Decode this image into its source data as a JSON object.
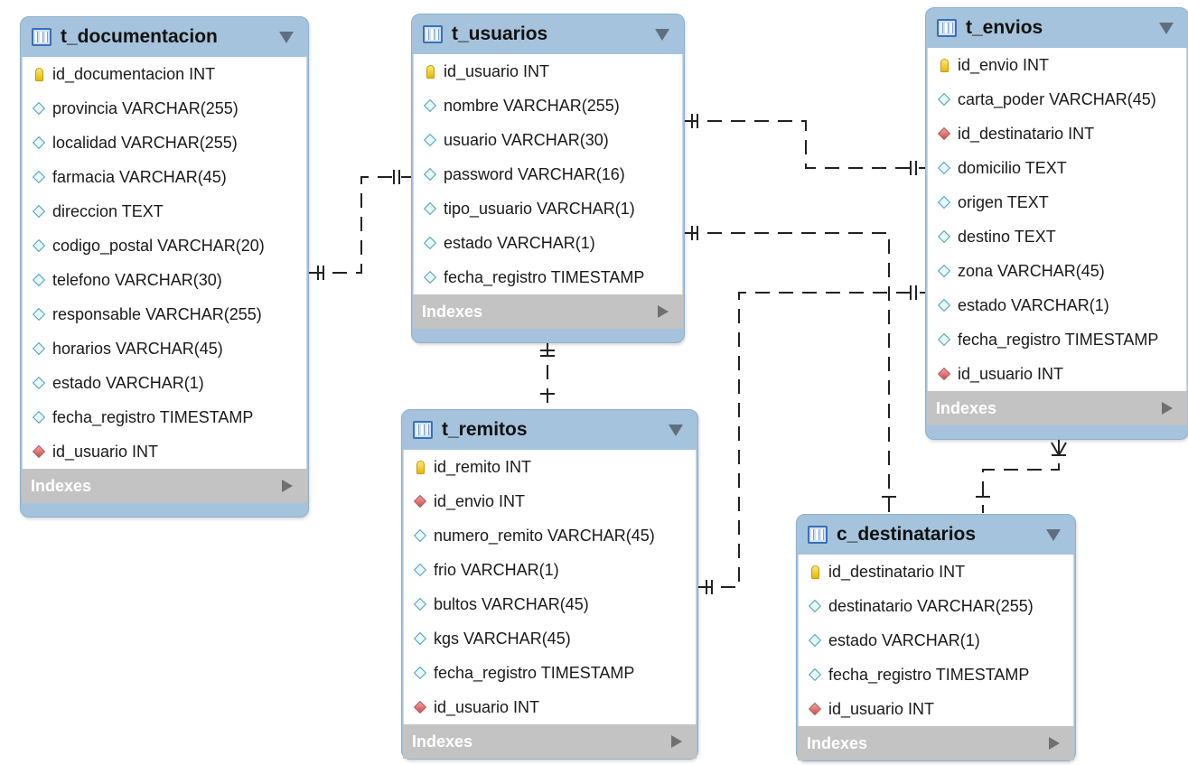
{
  "indexes_label": "Indexes",
  "tables": [
    {
      "name": "t_documentacion",
      "columns": [
        {
          "label": "id_documentacion INT",
          "kind": "key"
        },
        {
          "label": "provincia VARCHAR(255)",
          "kind": "attr"
        },
        {
          "label": "localidad VARCHAR(255)",
          "kind": "attr"
        },
        {
          "label": "farmacia VARCHAR(45)",
          "kind": "attr"
        },
        {
          "label": "direccion TEXT",
          "kind": "attr"
        },
        {
          "label": "codigo_postal VARCHAR(20)",
          "kind": "attr"
        },
        {
          "label": "telefono VARCHAR(30)",
          "kind": "attr"
        },
        {
          "label": "responsable VARCHAR(255)",
          "kind": "attr"
        },
        {
          "label": "horarios VARCHAR(45)",
          "kind": "attr"
        },
        {
          "label": "estado VARCHAR(1)",
          "kind": "attr"
        },
        {
          "label": "fecha_registro TIMESTAMP",
          "kind": "attr"
        },
        {
          "label": "id_usuario INT",
          "kind": "fk"
        }
      ]
    },
    {
      "name": "t_usuarios",
      "columns": [
        {
          "label": "id_usuario INT",
          "kind": "key"
        },
        {
          "label": "nombre VARCHAR(255)",
          "kind": "attr"
        },
        {
          "label": "usuario VARCHAR(30)",
          "kind": "attr"
        },
        {
          "label": "password VARCHAR(16)",
          "kind": "attr"
        },
        {
          "label": "tipo_usuario VARCHAR(1)",
          "kind": "attr"
        },
        {
          "label": "estado VARCHAR(1)",
          "kind": "attr"
        },
        {
          "label": "fecha_registro TIMESTAMP",
          "kind": "attr"
        }
      ]
    },
    {
      "name": "t_envios",
      "columns": [
        {
          "label": "id_envio INT",
          "kind": "key"
        },
        {
          "label": "carta_poder VARCHAR(45)",
          "kind": "attr"
        },
        {
          "label": "id_destinatario INT",
          "kind": "fk"
        },
        {
          "label": "domicilio TEXT",
          "kind": "attr"
        },
        {
          "label": "origen TEXT",
          "kind": "attr"
        },
        {
          "label": "destino TEXT",
          "kind": "attr"
        },
        {
          "label": "zona VARCHAR(45)",
          "kind": "attr"
        },
        {
          "label": "estado VARCHAR(1)",
          "kind": "attr"
        },
        {
          "label": "fecha_registro TIMESTAMP",
          "kind": "attr"
        },
        {
          "label": "id_usuario INT",
          "kind": "fk"
        }
      ]
    },
    {
      "name": "t_remitos",
      "columns": [
        {
          "label": "id_remito INT",
          "kind": "key"
        },
        {
          "label": "id_envio INT",
          "kind": "fk"
        },
        {
          "label": "numero_remito VARCHAR(45)",
          "kind": "attr"
        },
        {
          "label": "frio VARCHAR(1)",
          "kind": "attr"
        },
        {
          "label": "bultos VARCHAR(45)",
          "kind": "attr"
        },
        {
          "label": "kgs VARCHAR(45)",
          "kind": "attr"
        },
        {
          "label": "fecha_registro TIMESTAMP",
          "kind": "attr"
        },
        {
          "label": "id_usuario INT",
          "kind": "fk"
        }
      ]
    },
    {
      "name": "c_destinatarios",
      "columns": [
        {
          "label": "id_destinatario INT",
          "kind": "key"
        },
        {
          "label": "destinatario VARCHAR(255)",
          "kind": "attr"
        },
        {
          "label": "estado VARCHAR(1)",
          "kind": "attr"
        },
        {
          "label": "fecha_registro TIMESTAMP",
          "kind": "attr"
        },
        {
          "label": "id_usuario INT",
          "kind": "fk"
        }
      ]
    }
  ]
}
